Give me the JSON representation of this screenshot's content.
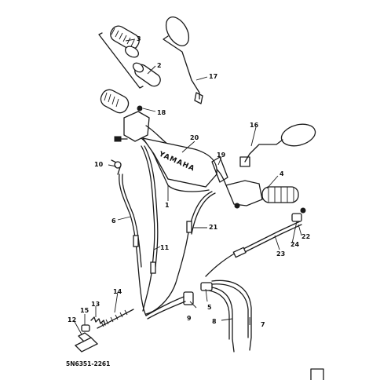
{
  "brand_text": "YAMAHA",
  "drawing_code": "5N6351-2261",
  "callouts": [
    "1",
    "2",
    "3",
    "4",
    "5",
    "6",
    "7",
    "8",
    "9",
    "10",
    "11",
    "12",
    "13",
    "14",
    "15",
    "16",
    "17",
    "18",
    "19",
    "20",
    "21",
    "22",
    "23",
    "24"
  ],
  "colors": {
    "ink": "#1a1a1a",
    "paper": "#ffffff"
  }
}
